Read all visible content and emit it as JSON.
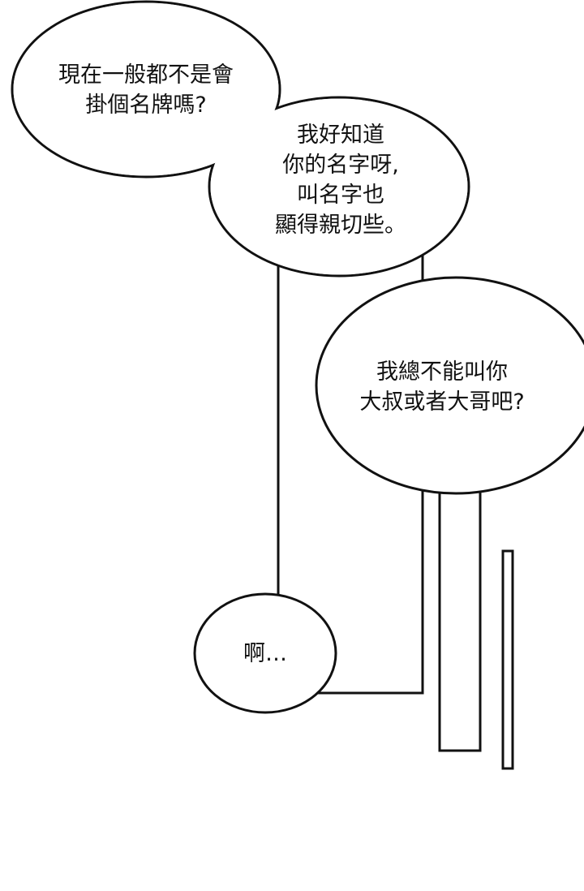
{
  "bubbles": [
    {
      "lines": [
        "現在一般都不是會",
        "掛個名牌嗎?"
      ]
    },
    {
      "lines": [
        "我好知道",
        "你的名字呀,",
        "叫名字也",
        "顯得親切些。"
      ]
    },
    {
      "lines": [
        "我總不能叫你",
        "大叔或者大哥吧?"
      ]
    },
    {
      "lines": [
        "啊…"
      ]
    }
  ],
  "colors": {
    "ink": "#111111",
    "paper": "#ffffff"
  }
}
